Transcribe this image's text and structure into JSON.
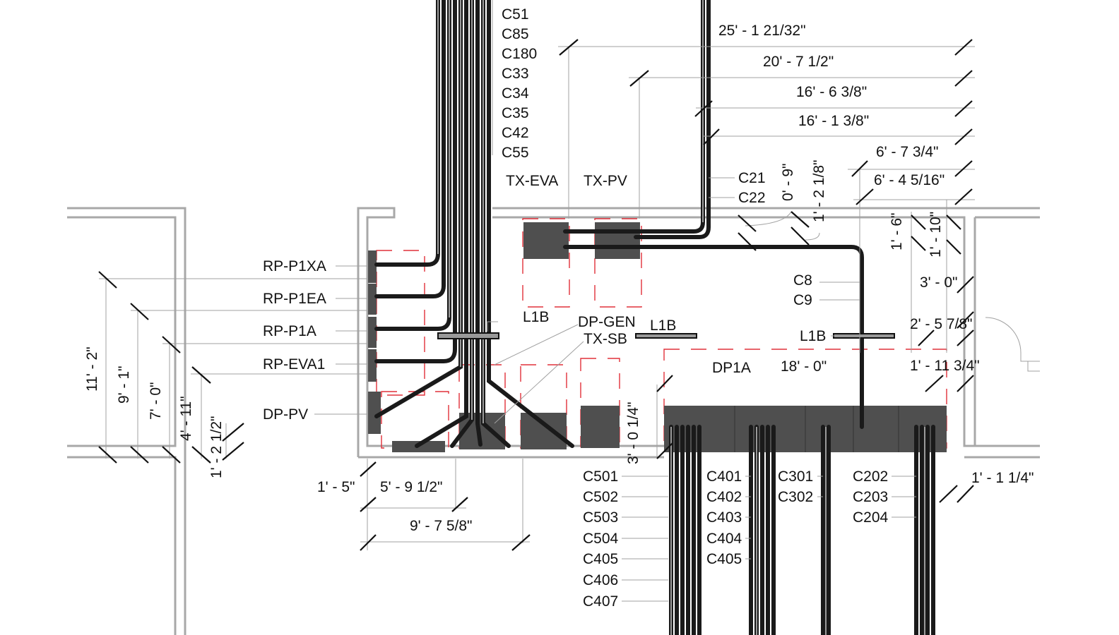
{
  "title": "Electrical room conduit plan",
  "colors": {
    "wall": "#a8a8a8",
    "equipment": "#4f4f4f",
    "clearance": "#e0303a",
    "conduit": "#1a1a1a"
  },
  "riser_labels": [
    "C51",
    "C85",
    "C180",
    "C33",
    "C34",
    "C35",
    "C42",
    "C55"
  ],
  "top_dims": [
    "25' - 1 21/32\"",
    "20' - 7 1/2\"",
    "16' - 6 3/8\"",
    "16' - 1 3/8\"",
    "6' - 7 3/4\"",
    "6' - 4 5/16\""
  ],
  "equipment": {
    "tx_eva": "TX-EVA",
    "tx_pv": "TX-PV",
    "rp_p1xa": "RP-P1XA",
    "rp_p1ea": "RP-P1EA",
    "rp_p1a": "RP-P1A",
    "rp_eva1": "RP-EVA1",
    "dp_pv": "DP-PV",
    "dp_gen": "DP-GEN",
    "tx_sb": "TX-SB",
    "dp1a": "DP1A",
    "l1b": "L1B"
  },
  "conduit_labels": {
    "c21": "C21",
    "c22": "C22",
    "c8": "C8",
    "c9": "C9"
  },
  "dims": {
    "d0_9": "0' - 9\"",
    "d1_2_1_8": "1' - 2 1/8\"",
    "d1_6": "1' - 6\"",
    "d1_10": "1' - 10\"",
    "d3_0": "3' - 0\"",
    "d2_5_7_8": "2' - 5 7/8\"",
    "d18_0": "18' - 0\"",
    "d1_11_3_4": "1' - 11 3/4\"",
    "d11_2": "11' - 2\"",
    "d9_1": "9' - 1\"",
    "d7_0": "7' - 0\"",
    "d4_11": "4' - 11\"",
    "d1_2_1_2": "1' - 2 1/2\"",
    "d3_0_1_4": "3' - 0 1/4\"",
    "d1_5": "1' - 5\"",
    "d5_9_1_2": "5' - 9 1/2\"",
    "d9_7_5_8": "9' - 7 5/8\"",
    "d1_1_1_4": "1' - 1 1/4\""
  },
  "bottom_groups": [
    [
      "C501",
      "C502",
      "C503",
      "C504",
      "C405",
      "C406",
      "C407"
    ],
    [
      "C401",
      "C402",
      "C403",
      "C404",
      "C405"
    ],
    [
      "C301",
      "C302"
    ],
    [
      "C202",
      "C203",
      "C204"
    ]
  ]
}
